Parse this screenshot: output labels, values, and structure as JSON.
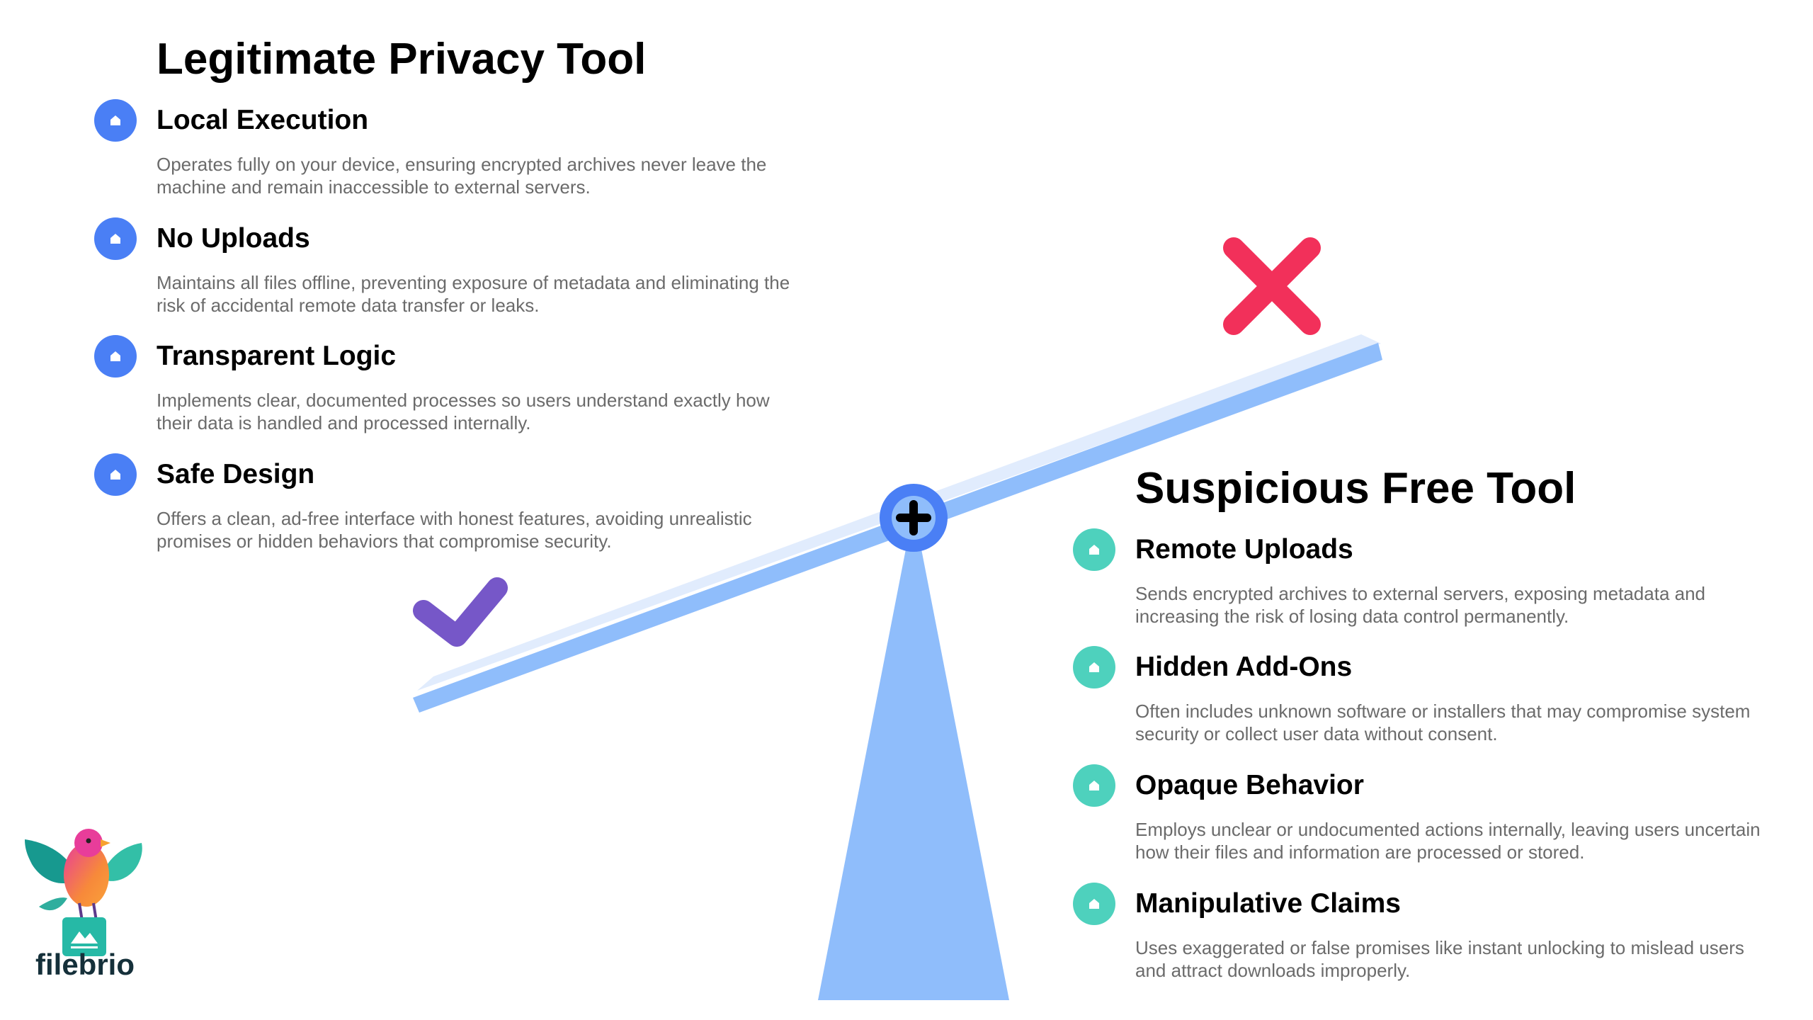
{
  "left": {
    "title": "Legitimate Privacy Tool",
    "items": [
      {
        "title": "Local Execution",
        "desc": "Operates fully on your device, ensuring encrypted archives never leave the machine and remain inaccessible to external servers."
      },
      {
        "title": "No Uploads",
        "desc": "Maintains all files offline, preventing exposure of metadata and eliminating the risk of accidental remote data transfer or leaks."
      },
      {
        "title": "Transparent Logic",
        "desc": "Implements clear, documented processes so users understand exactly how their data is handled and processed internally."
      },
      {
        "title": "Safe Design",
        "desc": "Offers a clean, ad-free interface with honest features, avoiding unrealistic promises or hidden behaviors that compromise security."
      }
    ]
  },
  "right": {
    "title": "Suspicious Free Tool",
    "items": [
      {
        "title": "Remote Uploads",
        "desc": "Sends encrypted archives to external servers, exposing metadata and increasing the risk of losing data control permanently."
      },
      {
        "title": "Hidden Add-Ons",
        "desc": "Often includes unknown software or installers that may compromise system security or collect user data without consent."
      },
      {
        "title": "Opaque Behavior",
        "desc": "Employs unclear or undocumented actions internally, leaving users uncertain how their files and information are processed or stored."
      },
      {
        "title": "Manipulative Claims",
        "desc": "Uses exaggerated or false promises like instant unlocking to mislead users and attract downloads improperly."
      }
    ]
  },
  "logo": {
    "text": "filebrio"
  },
  "colors": {
    "blue": "#4a7ff5",
    "teal": "#4ed1bd",
    "beam": "#8fbdfb",
    "beam_light": "#e1ecfd",
    "cross": "#f2305a",
    "check": "#7657c8"
  }
}
